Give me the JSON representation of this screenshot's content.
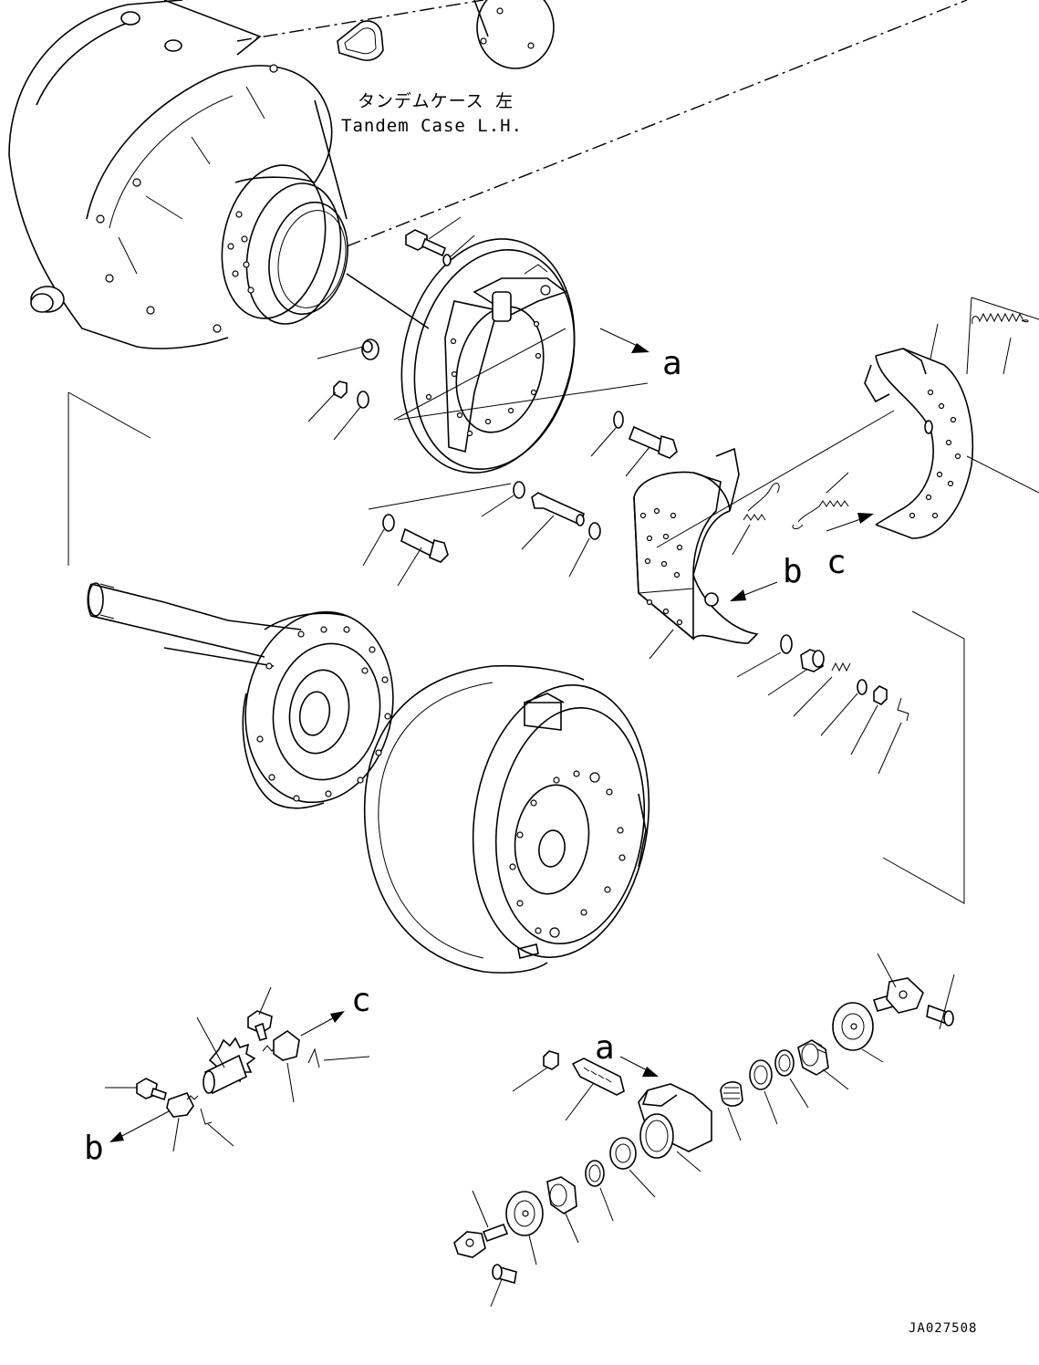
{
  "diagram": {
    "title_jp": "タンデムケース 左",
    "title_en": "Tandem Case L.H.",
    "drawing_code": "JA027508",
    "callouts": {
      "a_upper": "a",
      "b_upper": "b",
      "c_upper": "c",
      "c_lower": "c",
      "b_lower": "b",
      "a_lower": "a"
    }
  }
}
